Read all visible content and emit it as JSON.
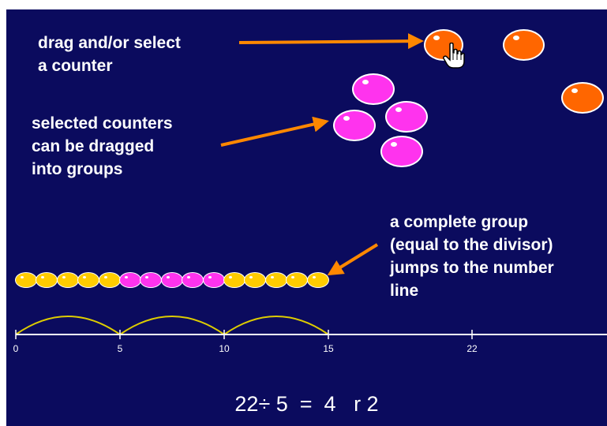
{
  "colors": {
    "background": "#0b0b5e",
    "counter_orange": "#ff6600",
    "counter_magenta": "#ff33ee",
    "bead_yellow": "#ffcc00",
    "arrow": "#ff8800",
    "number_line": "#ffffff",
    "jump_arc": "#ddcc00"
  },
  "labels": {
    "drag_select": "drag and/or select\na counter",
    "selected_counters": "selected counters\ncan be dragged\ninto groups",
    "complete_group": "a complete group\n(equal to the divisor)\njumps to the number\nline"
  },
  "counters": {
    "unselected_orange_count": 3,
    "selected_magenta_count": 4
  },
  "number_line": {
    "ticks": [
      "0",
      "5",
      "10",
      "15",
      "22"
    ],
    "bead_groups": [
      "yellow",
      "magenta",
      "yellow"
    ],
    "beads_per_group": 5,
    "jumps": 3
  },
  "equation": "22÷ 5  =  4   r 2",
  "cursor": "hand-pointer-icon"
}
